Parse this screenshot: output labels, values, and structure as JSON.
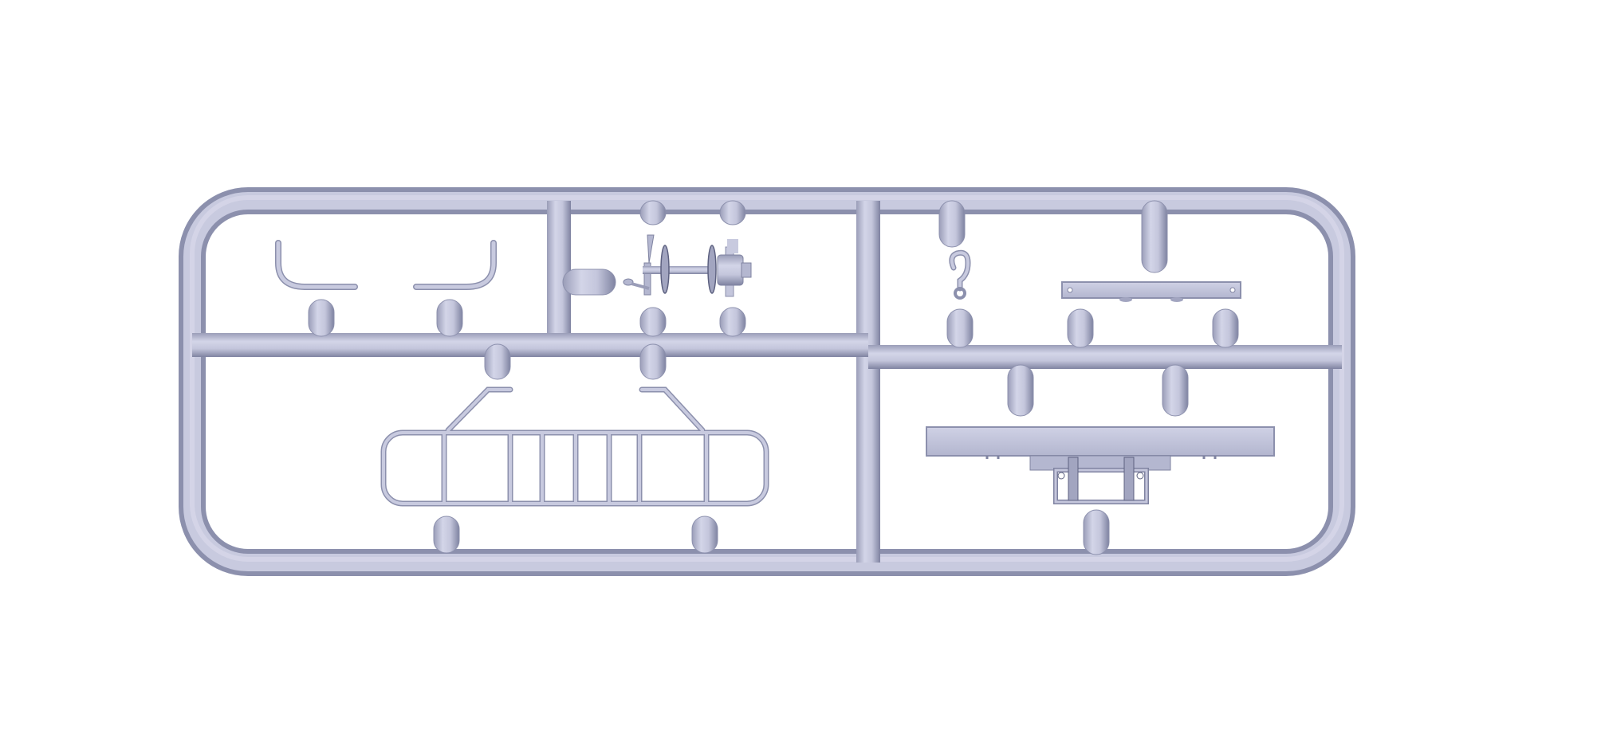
{
  "colors": {
    "background": "#ffffff",
    "plastic_light": "#c9cbe0",
    "plastic_mid": "#b4b7d0",
    "plastic_dark": "#7f83a1",
    "plastic_shadow": "#5d6180"
  },
  "scene": {
    "object": "model-kit-sprue",
    "parts": [
      "curved-rail-left",
      "curved-rail-right",
      "axle-assembly",
      "hook",
      "bar-plate",
      "ladder-frame",
      "chassis-plate"
    ]
  }
}
